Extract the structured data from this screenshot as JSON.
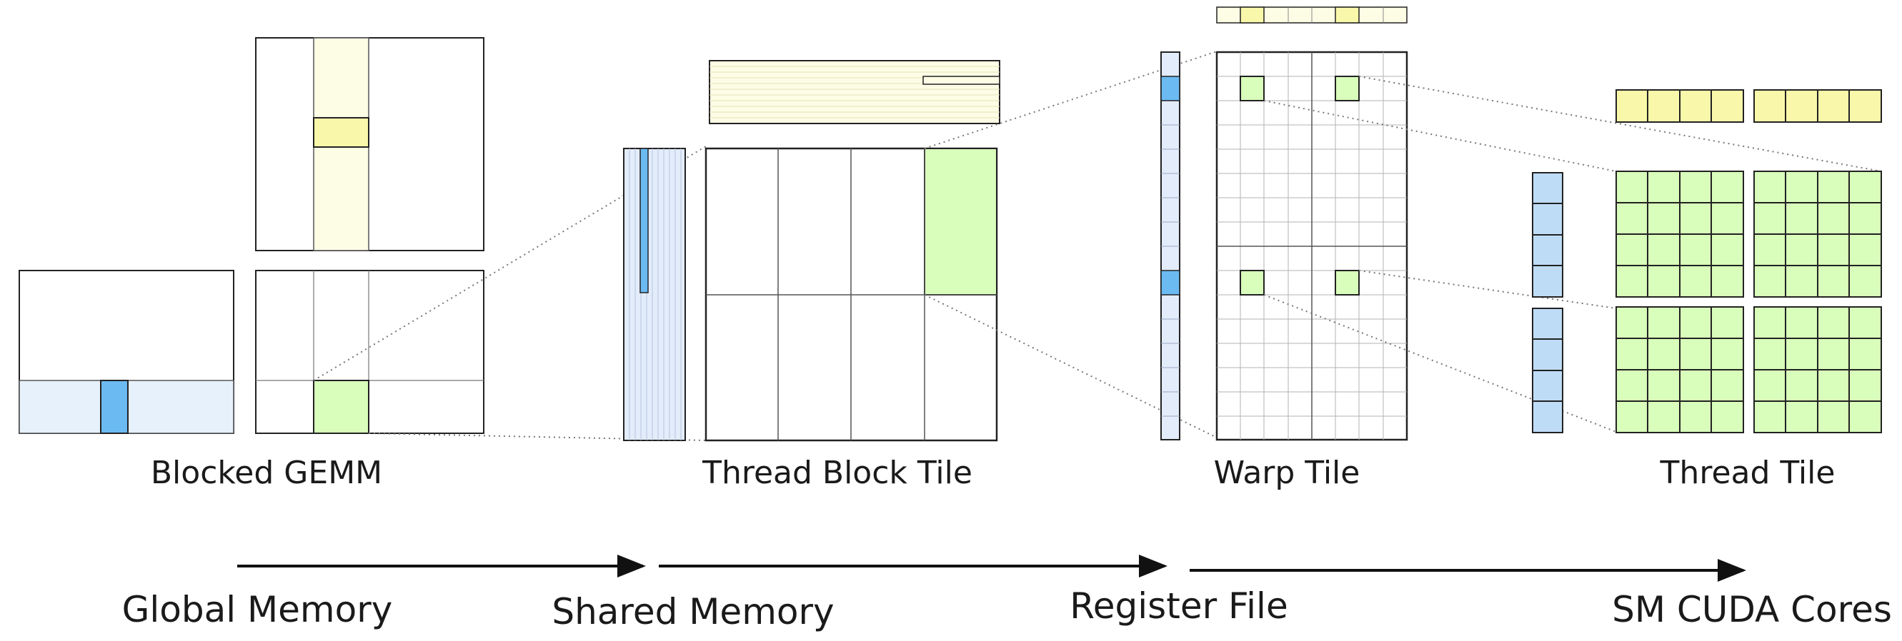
{
  "stages": {
    "blocked_gemm": "Blocked GEMM",
    "thread_block_tile": "Thread Block Tile",
    "warp_tile": "Warp Tile",
    "thread_tile": "Thread Tile"
  },
  "memory": {
    "global": "Global Memory",
    "shared": "Shared Memory",
    "register": "Register File",
    "cores": "SM CUDA Cores"
  },
  "colors": {
    "a_light": "#e6f1fc",
    "a_dark": "#6bbaf2",
    "a_mid": "#bfdcf7",
    "b_light": "#fdfde6",
    "b_yellow": "#f9f8aa",
    "c_green": "#d9fdbb",
    "outline": "#1a1a1a",
    "grid": "#a8a8a8"
  }
}
